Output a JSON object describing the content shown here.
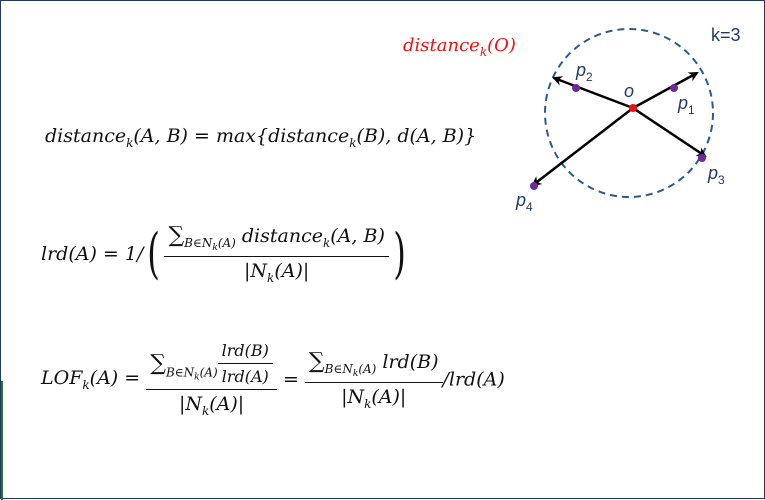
{
  "header": {
    "distance_label": "distance",
    "distance_sub": "k",
    "distance_arg": "(O)",
    "k_label": "k=3"
  },
  "diagram": {
    "center_label": "o",
    "points": [
      {
        "name": "p",
        "index": "1"
      },
      {
        "name": "p",
        "index": "2"
      },
      {
        "name": "p",
        "index": "3"
      },
      {
        "name": "p",
        "index": "4"
      }
    ],
    "colors": {
      "circle": "#2a5a8a",
      "center": "#ee1111",
      "point": "#6a2a9a",
      "arrow": "#000000",
      "label": "#1f3a6f"
    }
  },
  "formulas": {
    "f1": {
      "lhs": "distance",
      "lhs_sub": "k",
      "lhs_arg": "(A, B) = max{",
      "t1": "distance",
      "t1_sub": "k",
      "t1_arg": "(B), d(A, B)}"
    },
    "f2": {
      "lhs": "lrd(A) = 1/",
      "sum": "∑",
      "sum_sub": "B∈N",
      "sum_sub_k": "k",
      "sum_sub_tail": "(A)",
      "num_term": " distance",
      "num_term_sub": "k",
      "num_term_arg": "(A, B)",
      "den_a": "|N",
      "den_sub": "k",
      "den_b": "(A)|"
    },
    "f3": {
      "lhs": "LOF",
      "lhs_sub": "k",
      "lhs_arg": "(A) =",
      "sum": "∑",
      "sum_sub": "B∈N",
      "sum_sub_k": "k",
      "sum_sub_tail": "(A)",
      "inner_num": "lrd(B)",
      "inner_den": "lrd(A)",
      "den_a": "|N",
      "den_sub": "k",
      "den_b": "(A)|",
      "eq": "=",
      "sum2_term": " lrd(B)",
      "tail": "/lrd(A)"
    }
  }
}
